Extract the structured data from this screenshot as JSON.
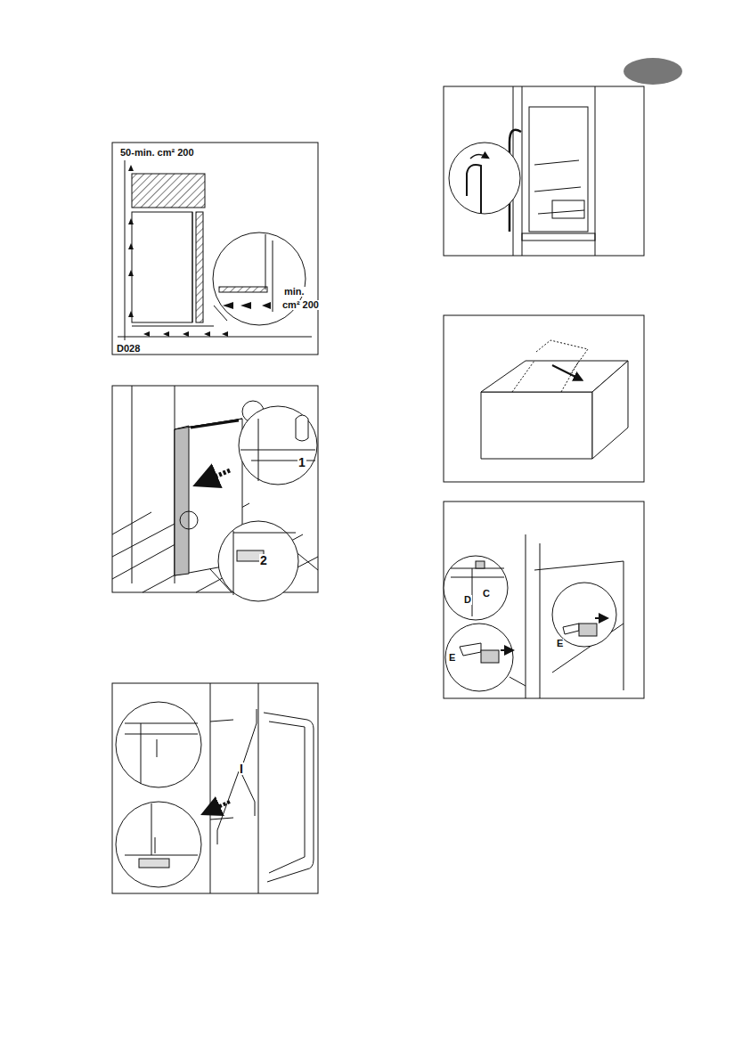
{
  "diagram": {
    "labels": [
      "50-min. cm² 200",
      "min.",
      "cm² 200",
      "D028",
      "1",
      "2",
      "I",
      "D",
      "C",
      "E",
      "E"
    ]
  }
}
